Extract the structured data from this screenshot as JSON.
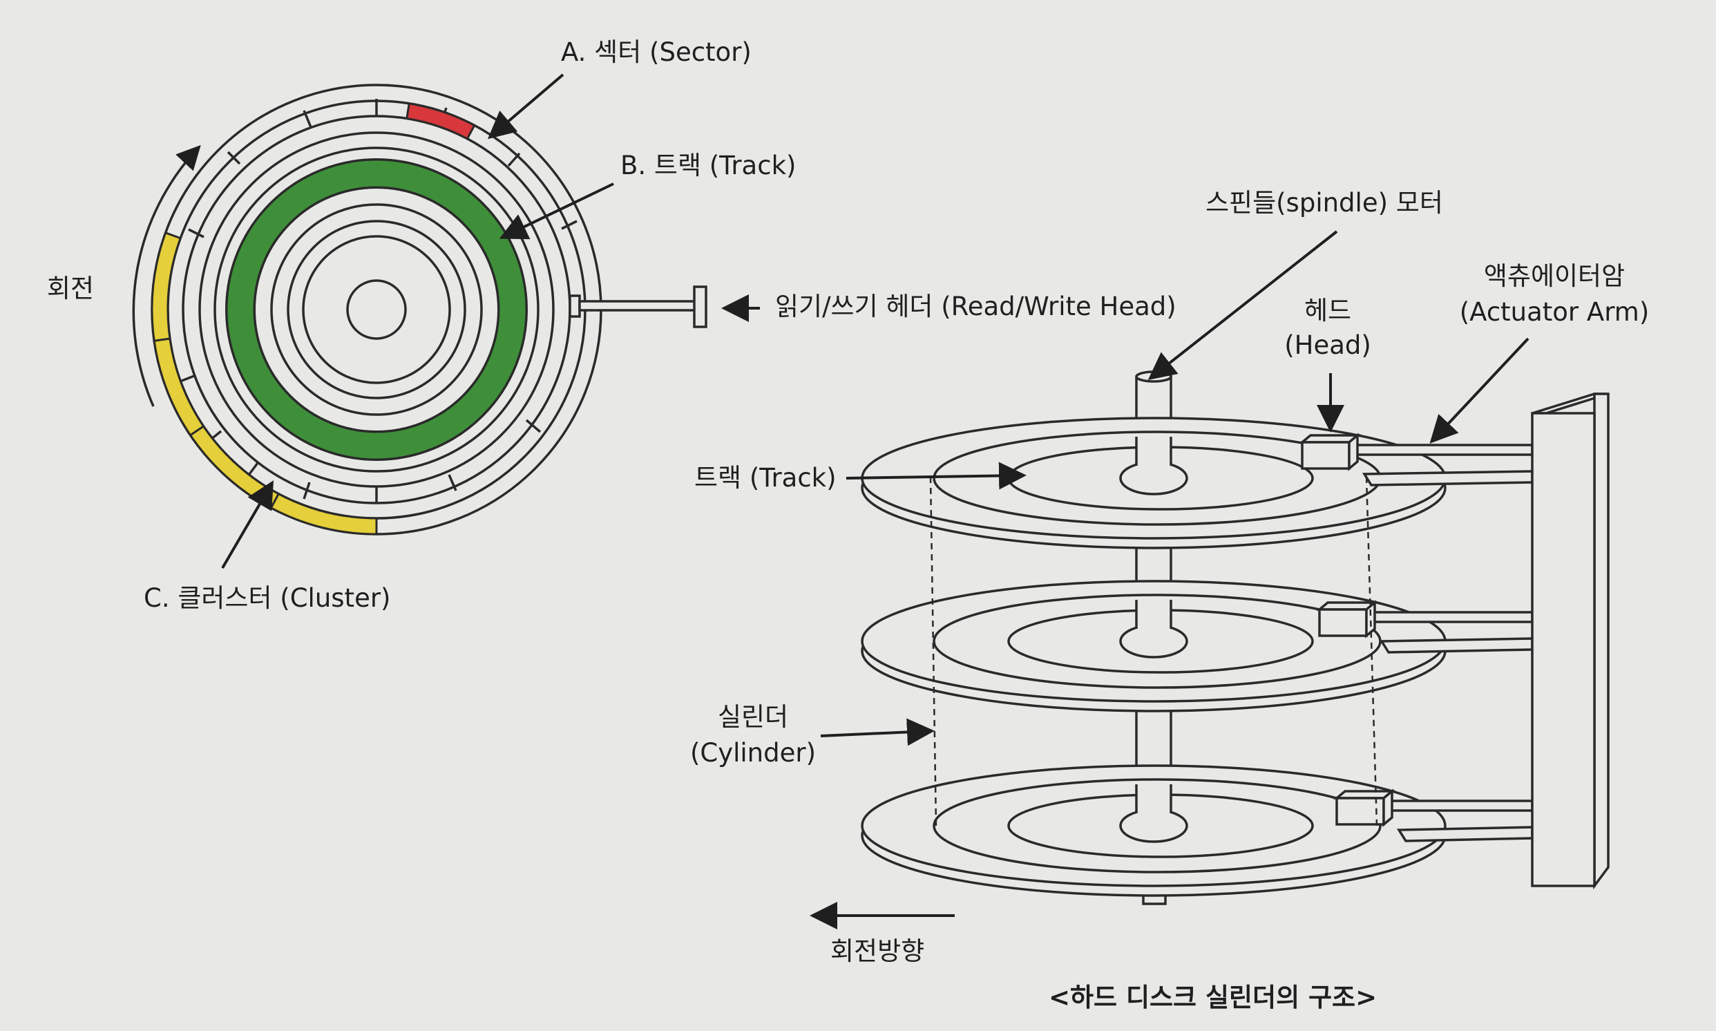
{
  "colors": {
    "background": "#e8e8e6",
    "line": "#2a2a2a",
    "sector": "#d8383c",
    "track": "#3f8f3a",
    "cluster": "#e5cf3a"
  },
  "left_diagram": {
    "sector_label": "A. 섹터 (Sector)",
    "track_label": "B. 트랙 (Track)",
    "cluster_label": "C. 클러스터 (Cluster)",
    "rotation_label": "회전",
    "head_label": "읽기/쓰기 헤더 (Read/Write Head)"
  },
  "right_diagram": {
    "spindle_label": "스핀들(spindle) 모터",
    "head_label_ko": "헤드",
    "head_label_en": "(Head)",
    "arm_label_ko": "액츄에이터암",
    "arm_label_en": "(Actuator Arm)",
    "track_label": "트랙 (Track)",
    "cylinder_label_ko": "실린더",
    "cylinder_label_en": "(Cylinder)",
    "rotation_direction_label": "회전방향"
  },
  "caption": "<하드 디스크 실린더의 구조>"
}
